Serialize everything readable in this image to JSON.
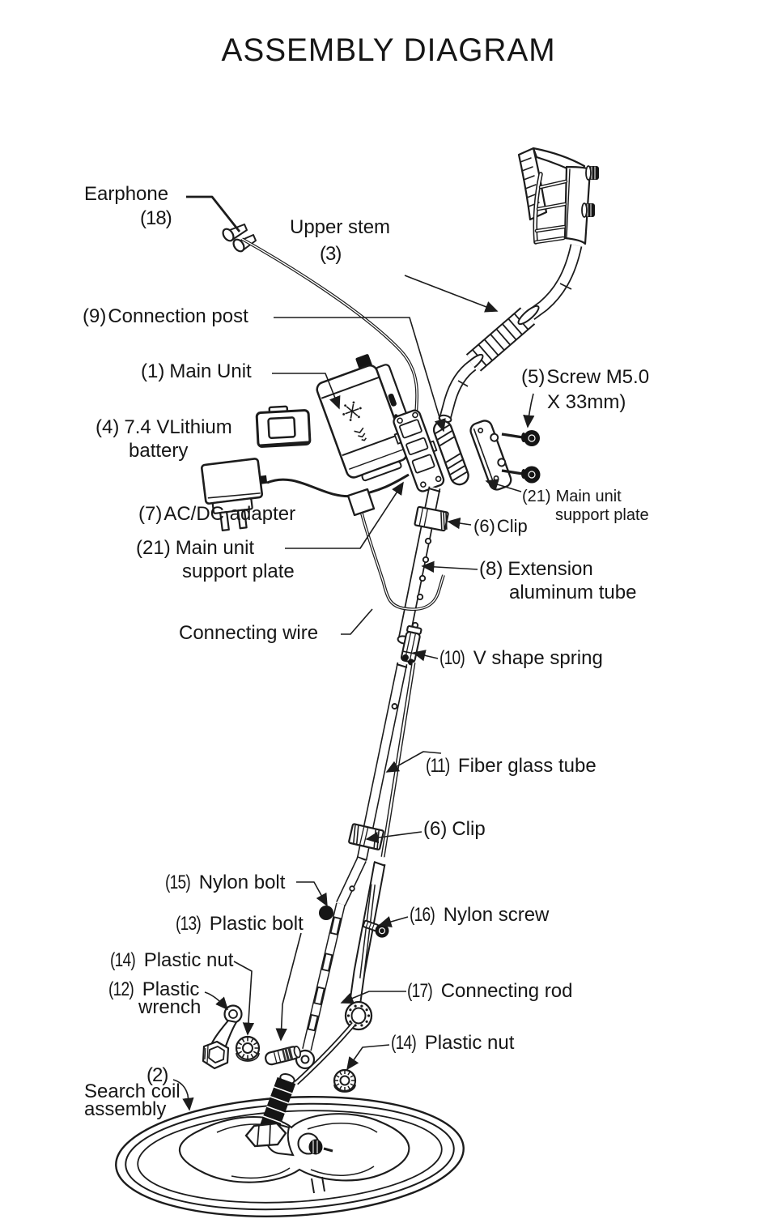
{
  "title": "ASSEMBLY DIAGRAM",
  "colors": {
    "ink": "#1c1c1c",
    "background": "#ffffff"
  },
  "parts": {
    "earphone": {
      "num": "(18)",
      "label": "Earphone"
    },
    "upper_stem": {
      "num": "(3)",
      "label": "Upper stem"
    },
    "connection_post": {
      "num": "(9)",
      "label": "Connection post"
    },
    "main_unit": {
      "num": "(1)",
      "label": "Main Unit"
    },
    "lithium_battery": {
      "num": "(4)",
      "label_line1": "7.4 VLithium",
      "label_line2": "battery"
    },
    "screw_m5": {
      "num": "(5)",
      "label_line1": "Screw M5.0",
      "label_line2": "X 33mm)"
    },
    "ac_dc_adapter": {
      "num": "(7)",
      "label": "AC/DC adapter"
    },
    "support_plate_left": {
      "num": "(21)",
      "label_line1": "Main unit",
      "label_line2": "support plate"
    },
    "support_plate_right": {
      "num": "(21)",
      "label_line1": "Main unit",
      "label_line2": "support plate"
    },
    "clip_upper": {
      "num": "(6)",
      "label": "Clip"
    },
    "extension_tube": {
      "num": "(8)",
      "label_line1": "Extension",
      "label_line2": "aluminum tube"
    },
    "connecting_wire": {
      "label": "Connecting wire"
    },
    "v_shape_spring": {
      "num": "(10)",
      "label": "V shape spring"
    },
    "fiber_glass_tube": {
      "num": "(11)",
      "label": "Fiber glass tube"
    },
    "clip_lower": {
      "num": "(6)",
      "label": "Clip"
    },
    "nylon_bolt": {
      "num": "(15)",
      "label": "Nylon bolt"
    },
    "nylon_screw": {
      "num": "(16)",
      "label": "Nylon screw"
    },
    "plastic_bolt": {
      "num": "(13)",
      "label": "Plastic bolt"
    },
    "plastic_nut_left": {
      "num": "(14)",
      "label": "Plastic nut"
    },
    "plastic_wrench": {
      "num": "(12)",
      "label_line1": "Plastic",
      "label_line2": "wrench"
    },
    "connecting_rod": {
      "num": "(17)",
      "label": "Connecting rod"
    },
    "plastic_nut_lower": {
      "num": "(14)",
      "label": "Plastic nut"
    },
    "search_coil": {
      "num": "(2)",
      "label_line1": "Search coil",
      "label_line2": "assembly"
    }
  }
}
